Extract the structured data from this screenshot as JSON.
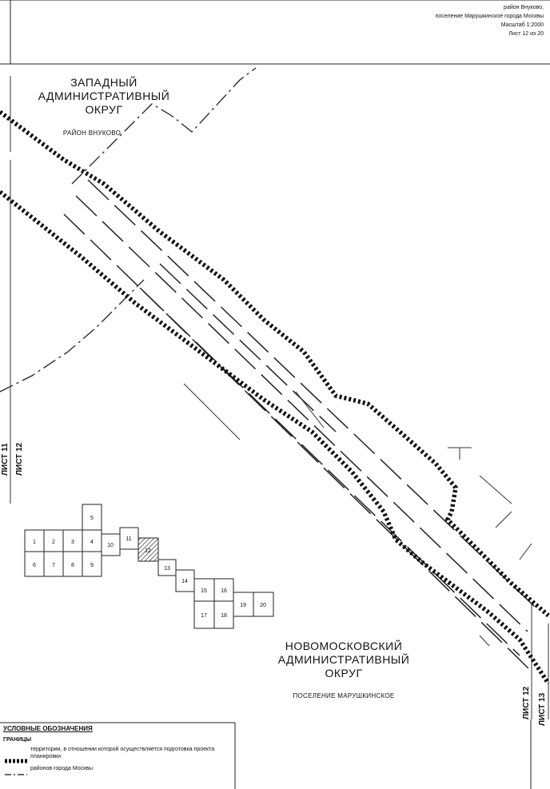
{
  "header": {
    "line1": "район Внуково,",
    "line2": "поселение Марушкинское города Москвы",
    "line3": "Масштаб 1:2000",
    "line4": "Лист 12 из 20"
  },
  "districts": {
    "west_line1": "ЗАПАДНЫЙ",
    "west_line2": "АДМИНИСТРАТИВНЫЙ",
    "west_line3": "ОКРУГ",
    "west_sub": "РАЙОН ВНУКОВО",
    "novo_line1": "НОВОМОСКОВСКИЙ",
    "novo_line2": "АДМИНИСТРАТИВНЫЙ",
    "novo_line3": "ОКРУГ",
    "novo_sub": "ПОСЕЛЕНИЕ МАРУШКИНСКОЕ"
  },
  "sheet_labels": {
    "left_a": "ЛИСТ 11",
    "left_b": "ЛИСТ 12",
    "right_a": "ЛИСТ 12",
    "right_b": "ЛИСТ 13"
  },
  "index_map": {
    "current_sheet": "12",
    "sheets": [
      "1",
      "2",
      "3",
      "4",
      "5",
      "6",
      "7",
      "8",
      "9",
      "10",
      "11",
      "12",
      "13",
      "14",
      "15",
      "16",
      "17",
      "18",
      "19",
      "20"
    ]
  },
  "legend": {
    "title": "УСЛОВНЫЕ ОБОЗНАЧЕНИЯ",
    "subtitle": "ГРАНИЦЫ",
    "items": [
      {
        "text": "территории, в отношении которой осуществляется подготовка проекта планировки",
        "style": "dotted"
      },
      {
        "text": "районов города Москвы",
        "style": "dashdot"
      }
    ]
  }
}
